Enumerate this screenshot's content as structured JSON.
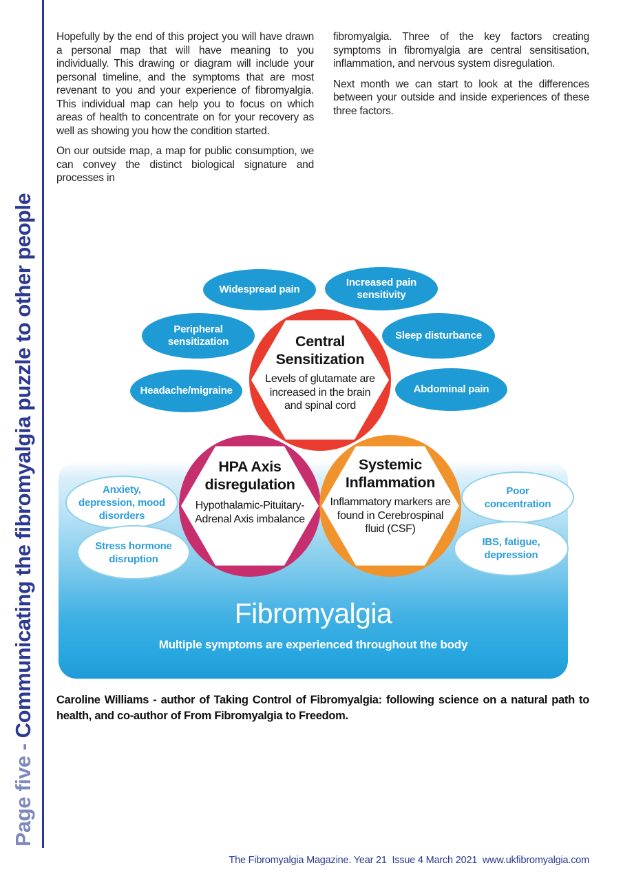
{
  "sidebar": {
    "prefix": "Page five - ",
    "title": "Communicating the fibromyalgia puzzle to other people"
  },
  "article": {
    "col_left": {
      "p1": "Hopefully by the end of this project you will have drawn a personal map that will have meaning to you individually. This drawing or diagram will include your personal timeline, and the symptoms that are most revenant to you and your experience of fibromyalgia. This individual map can help you to focus on which areas of health to concentrate on for your recovery as well as showing you how the condition started.",
      "p2": "On our outside map, a map for public consumption, we can convey the distinct biological signature and processes in"
    },
    "col_right": {
      "p1": "fibromyalgia. Three of the key factors creating symptoms in fibromyalgia are central sensitisation, inflammation, and nervous system disregulation.",
      "p2": "Next month we can start to look at the differences between your outside and inside experiences of these three factors."
    }
  },
  "diagram": {
    "factors": [
      {
        "title": "Central Sensitization",
        "desc": "Levels of glutamate are increased in the brain and spinal cord",
        "color": "#e93c2f"
      },
      {
        "title": "HPA Axis disregulation",
        "desc": "Hypothalamic-Pituitary-Adrenal Axis imbalance",
        "color": "#c62e6e"
      },
      {
        "title": "Systemic Inflammation",
        "desc": "Inflammatory markers are found in Cerebrospinal fluid (CSF)",
        "color": "#f0932c"
      }
    ],
    "blue_bubbles": [
      {
        "label": "Widespread pain"
      },
      {
        "label": "Increased pain sensitivity"
      },
      {
        "label": "Peripheral sensitization"
      },
      {
        "label": "Sleep disturbance"
      },
      {
        "label": "Headache/migraine"
      },
      {
        "label": "Abdominal pain"
      }
    ],
    "white_bubbles": [
      {
        "label": "Anxiety, depression, mood disorders"
      },
      {
        "label": "Stress hormone disruption"
      },
      {
        "label": "Poor concentration"
      },
      {
        "label": "IBS, fatigue, depression"
      }
    ],
    "banner": {
      "title": "Fibromyalgia",
      "subtitle": "Multiple symptoms are experienced throughout the body"
    },
    "colors": {
      "bubble_blue": "#1e9ad5",
      "gradient_bottom": "#1f9cd7",
      "white_bubble_text": "#2d9ed9"
    }
  },
  "credit": "Caroline Williams - author of Taking Control of Fibromyalgia: following science on a natural path to health, and co-author of From Fibromyalgia to Freedom.",
  "footer": "The Fibromyalgia Magazine. Year 21  Issue 4 March 2021  www.ukfibromyalgia.com"
}
